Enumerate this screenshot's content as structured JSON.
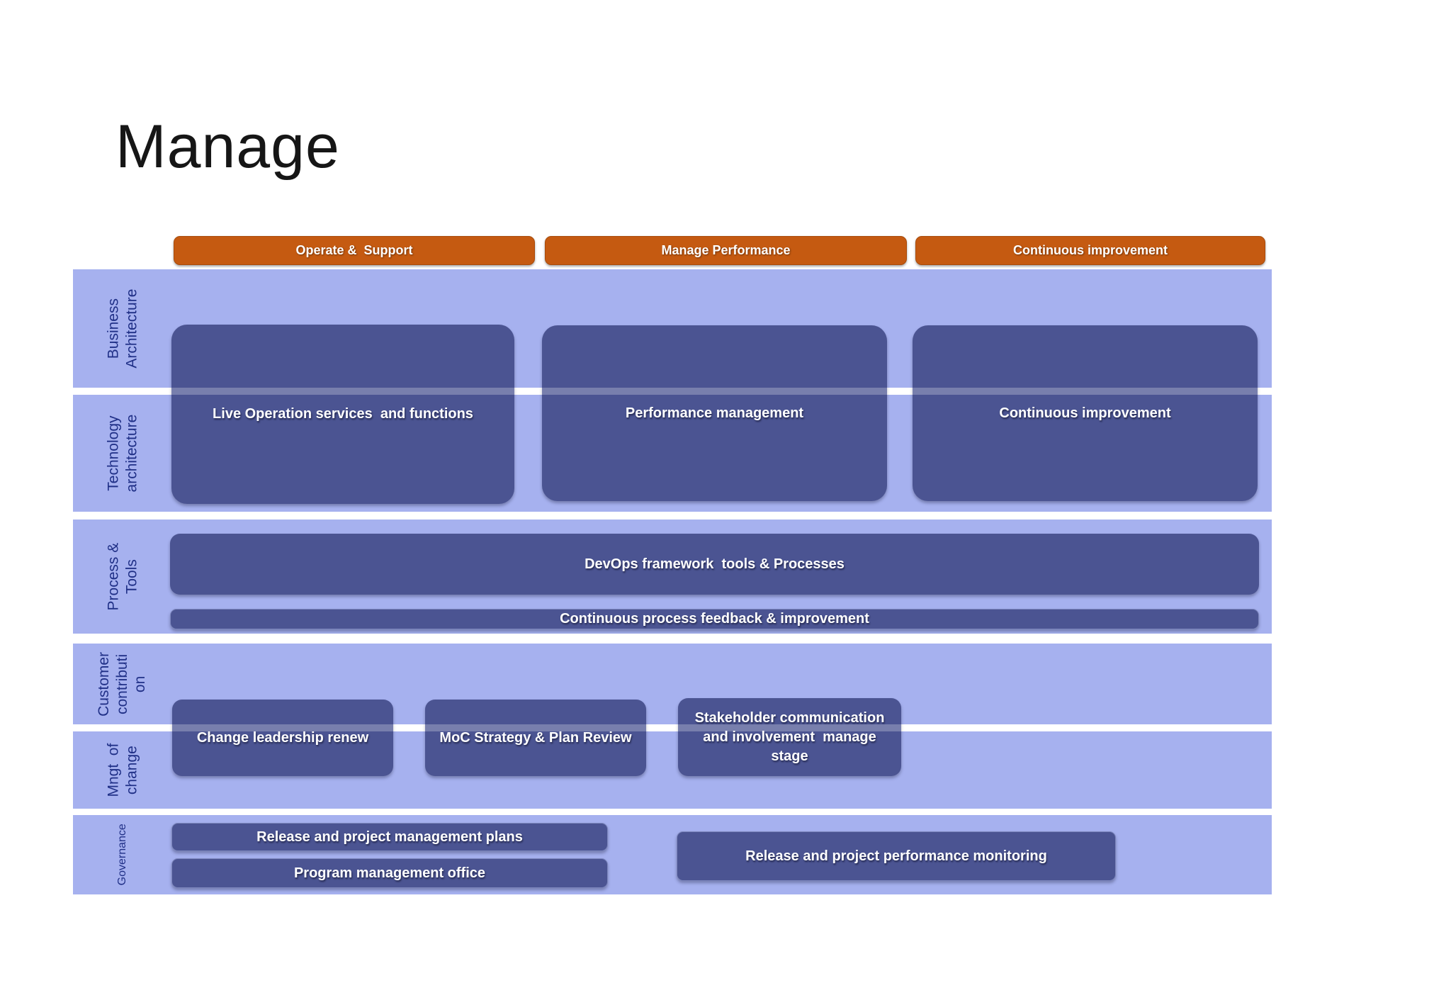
{
  "slide": {
    "title": "Manage",
    "column_headers": [
      {
        "label": "Operate &  Support"
      },
      {
        "label": "Manage Performance"
      },
      {
        "label": "Continuous improvement"
      }
    ],
    "row_labels": [
      {
        "label": "Business\nArchitecture"
      },
      {
        "label": "Technology\narchitecture"
      },
      {
        "label": "Process & Tools"
      },
      {
        "label": "Customer\ncontributi\non"
      },
      {
        "label": "Mngt  of\nchange"
      },
      {
        "label": "Governance"
      }
    ],
    "boxes": {
      "live_operation": "Live Operation services  and functions",
      "performance_mgmt": "Performance management",
      "continuous_improvement": "Continuous improvement",
      "devops": "DevOps framework  tools & Processes",
      "process_feedback": "Continuous process feedback & improvement",
      "change_leadership": "Change leadership renew",
      "moc_strategy": "MoC Strategy & Plan Review",
      "stakeholder": "Stakeholder communication\nand involvement  manage\nstage",
      "release_plans": "Release and project management plans",
      "pmo": "Program management office",
      "release_monitoring": "Release and project performance monitoring"
    },
    "colors": {
      "header_orange": "#c55a11",
      "row_background": "#a6b1ef",
      "box_background": "#4b5492",
      "label_text": "#203087"
    }
  }
}
